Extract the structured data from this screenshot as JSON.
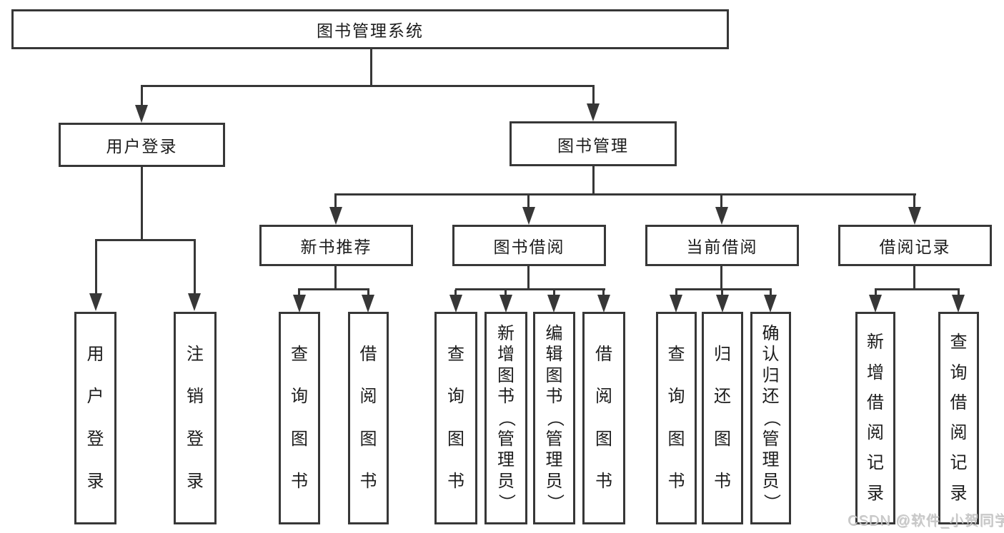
{
  "colors": {
    "line": "#373737",
    "text": "#1c1c1c",
    "watermark": "#c8c8c8"
  },
  "diagram": {
    "root": {
      "label": "图书管理系统"
    },
    "branches": [
      {
        "label": "用户登录",
        "children": [
          {
            "label": "用户登录"
          },
          {
            "label": "注销登录"
          }
        ]
      },
      {
        "label": "图书管理",
        "children": [
          {
            "label": "新书推荐",
            "children": [
              {
                "label": "查询图书"
              },
              {
                "label": "借阅图书"
              }
            ]
          },
          {
            "label": "图书借阅",
            "children": [
              {
                "label": "查询图书"
              },
              {
                "label": "新增图书（管理员）"
              },
              {
                "label": "编辑图书（管理员）"
              },
              {
                "label": "借阅图书"
              }
            ]
          },
          {
            "label": "当前借阅",
            "children": [
              {
                "label": "查询图书"
              },
              {
                "label": "归还图书"
              },
              {
                "label": "确认归还（管理员）"
              }
            ]
          },
          {
            "label": "借阅记录",
            "children": [
              {
                "label": "新增借阅记录"
              },
              {
                "label": "查询借阅记录"
              }
            ]
          }
        ]
      }
    ]
  },
  "watermark": {
    "text": "CSDN @软件_小贺同学"
  }
}
